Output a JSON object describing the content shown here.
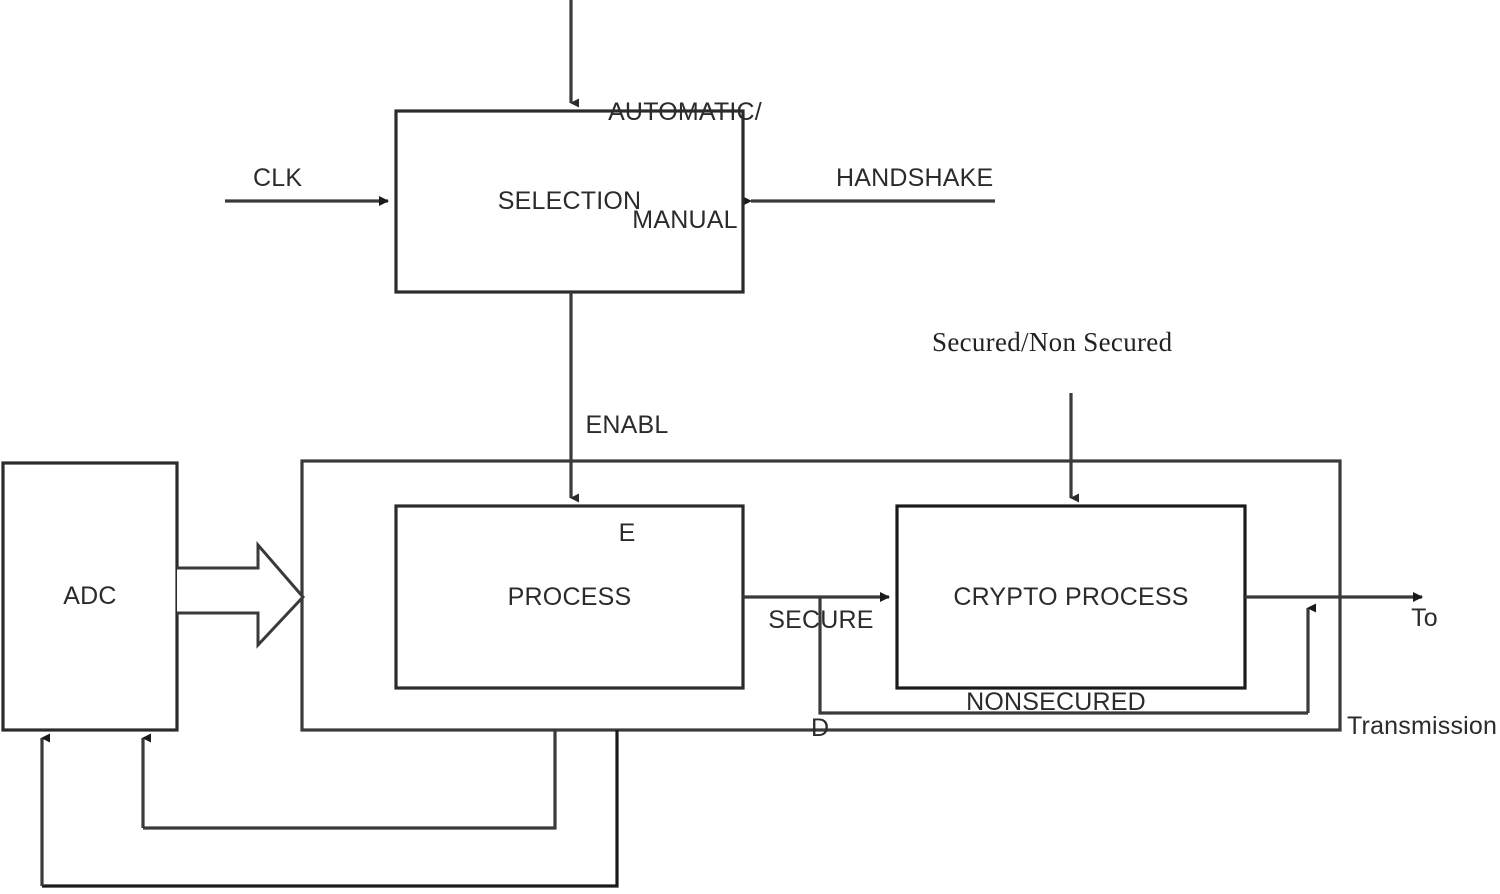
{
  "diagram": {
    "title": "Secured communication system block diagram",
    "line_color": "#3a3a3a",
    "box_border_color": "#2b2b2b",
    "text_color": "#2b2b2b",
    "accent_text_color": "#241f20",
    "background": "#ffffff",
    "blocks": [
      {
        "id": "selection",
        "label": "SELECTION"
      },
      {
        "id": "adc",
        "label": "ADC"
      },
      {
        "id": "process",
        "label": "PROCESS"
      },
      {
        "id": "crypto",
        "label": "CRYPTO PROCESS"
      }
    ],
    "signals": {
      "automatic_manual_line1": "AUTOMATIC/",
      "automatic_manual_line2": "MANUAL",
      "clk": "CLK",
      "handshake": "HANDSHAKE",
      "enable_line1": "ENABL",
      "enable_line2": "E",
      "secured_nonsecured_select": "Secured/Non Secured",
      "secured_line1": "SECURE",
      "secured_line2": "D",
      "nonsecured": "NONSECURED",
      "to_transmission_line1": "To",
      "to_transmission_line2": "Transmission"
    }
  }
}
